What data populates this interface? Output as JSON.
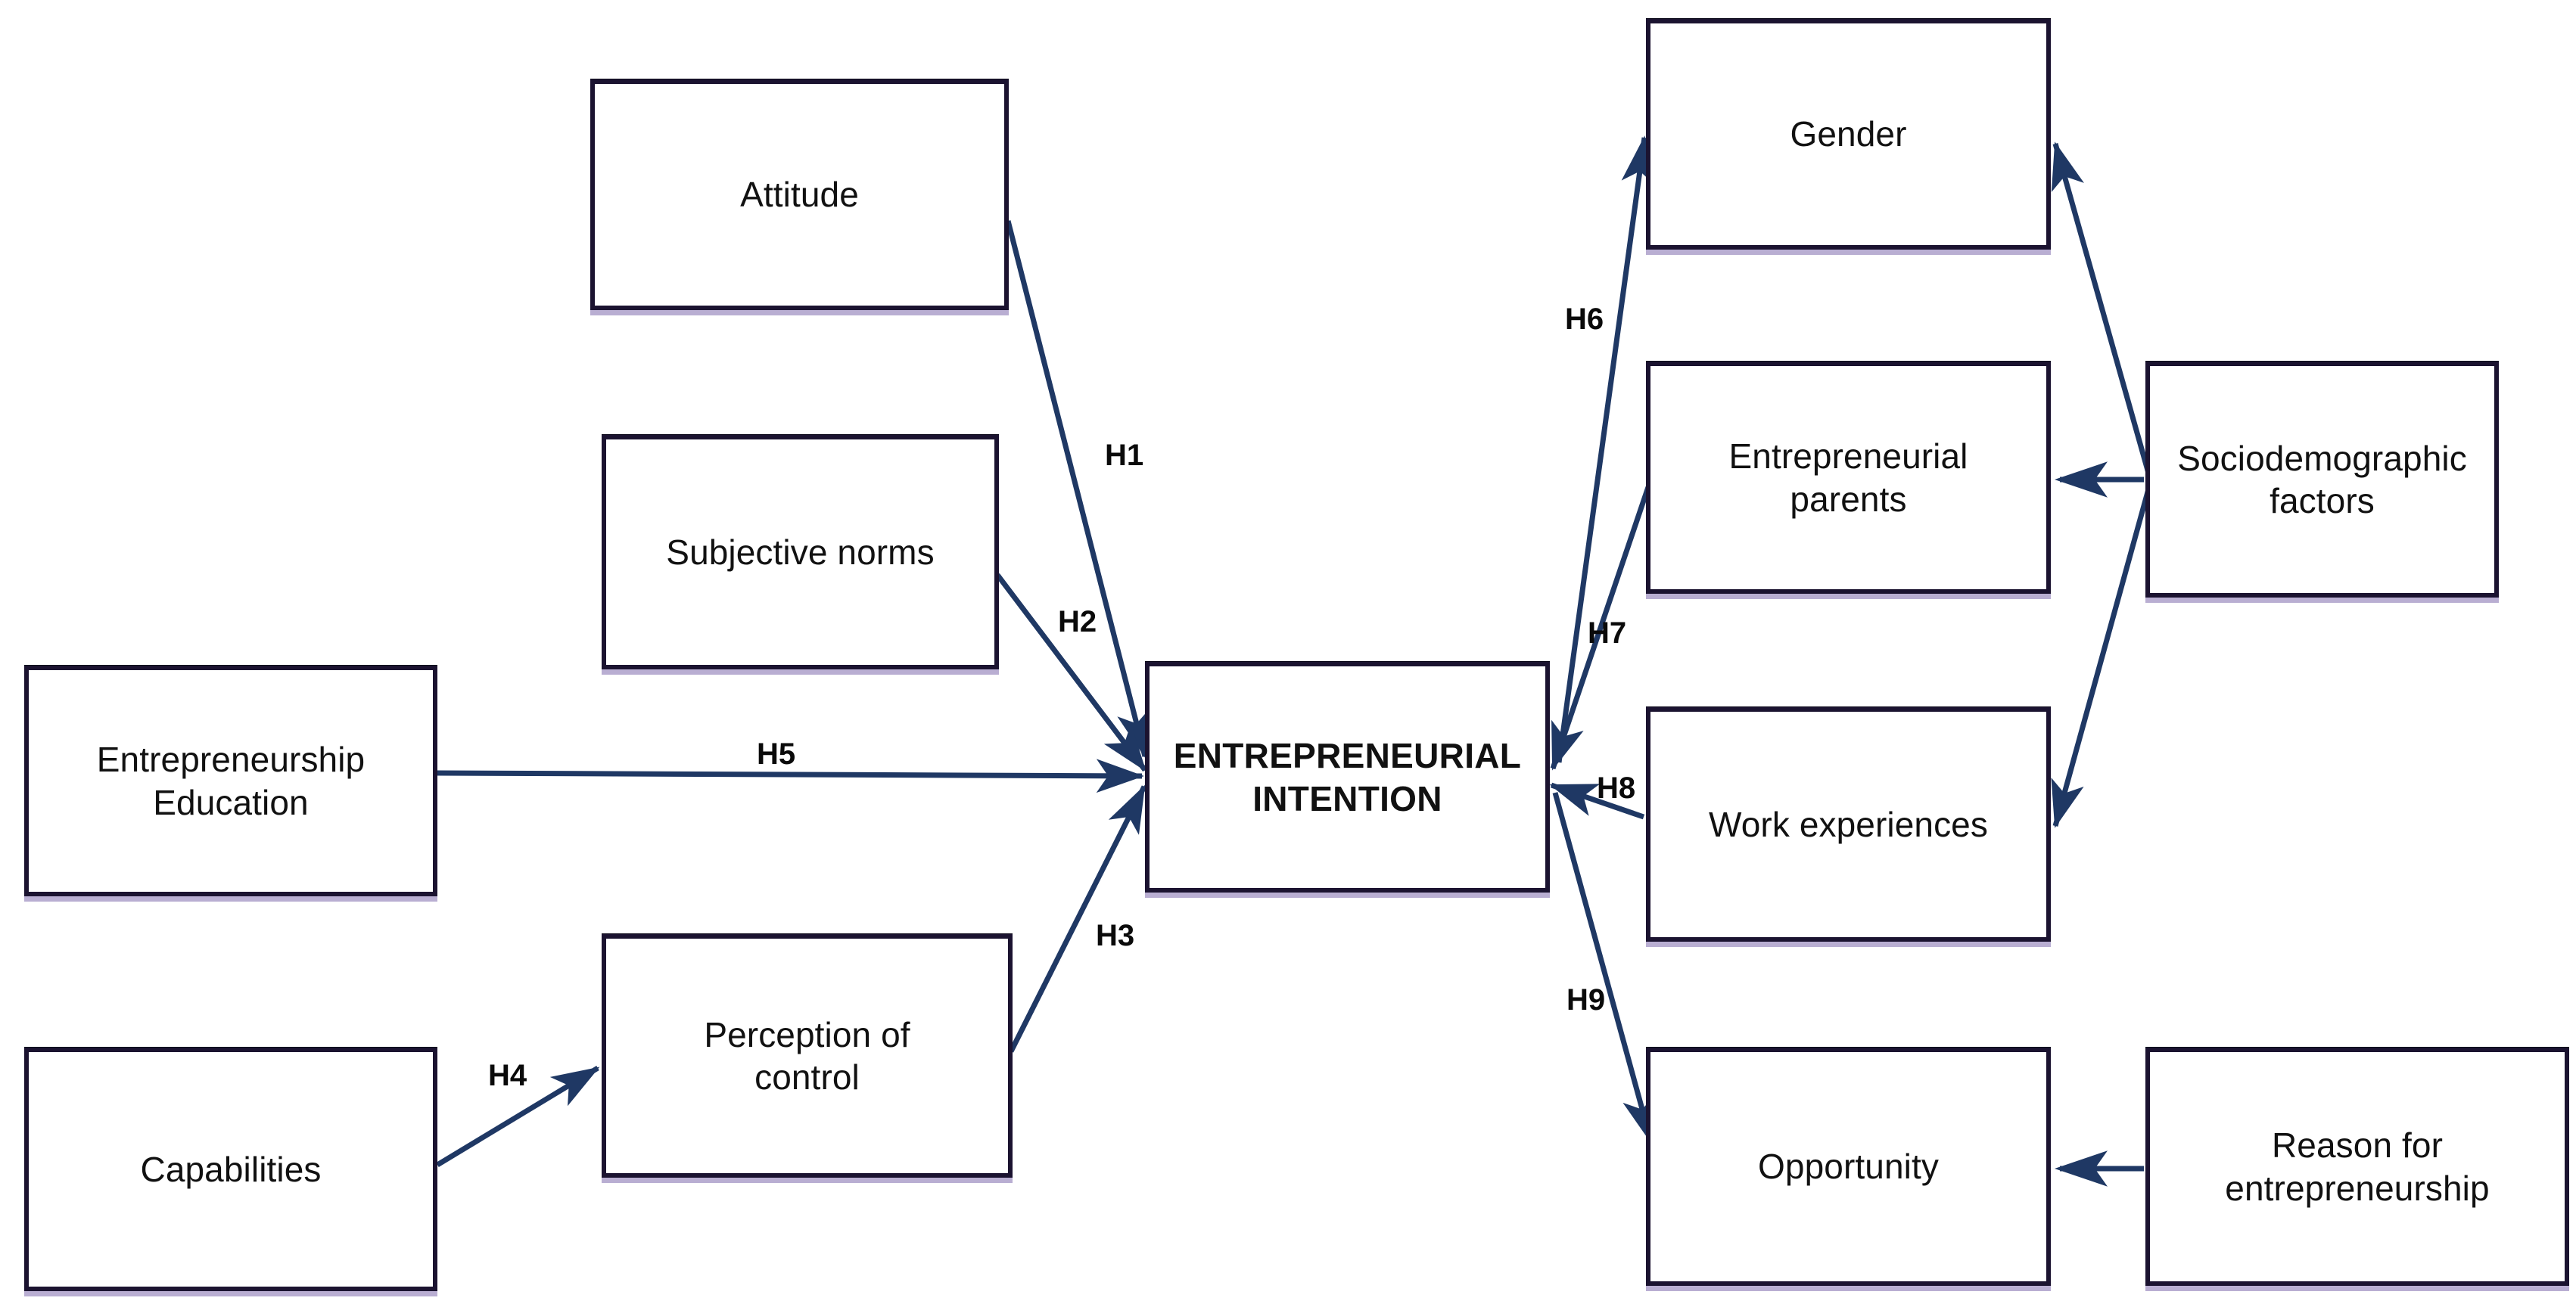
{
  "diagram": {
    "title": "Entrepreneurial Intention Conceptual Model",
    "accent_line_color": "#1f3864",
    "box_border_color": "#1b1330",
    "background_color": "#ffffff"
  },
  "nodes": {
    "attitude": {
      "label": "Attitude"
    },
    "subjective_norms": {
      "label": "Subjective norms"
    },
    "entrepreneurship_education": {
      "label": "Entrepreneurship\nEducation"
    },
    "perception_of_control": {
      "label": "Perception of\ncontrol"
    },
    "capabilities": {
      "label": "Capabilities"
    },
    "entrepreneurial_intention": {
      "label": "ENTREPRENEURIAL\nINTENTION"
    },
    "gender": {
      "label": "Gender"
    },
    "entrepreneurial_parents": {
      "label": "Entrepreneurial\nparents"
    },
    "work_experiences": {
      "label": "Work experiences"
    },
    "opportunity": {
      "label": "Opportunity"
    },
    "sociodemographic_factors": {
      "label": "Sociodemographic\nfactors"
    },
    "reason_for_entrepreneurship": {
      "label": "Reason for\nentrepreneurship"
    }
  },
  "edges": [
    {
      "id": "h1",
      "label": "H1",
      "from": "attitude",
      "to": "entrepreneurial_intention"
    },
    {
      "id": "h2",
      "label": "H2",
      "from": "subjective_norms",
      "to": "entrepreneurial_intention"
    },
    {
      "id": "h3",
      "label": "H3",
      "from": "perception_of_control",
      "to": "entrepreneurial_intention"
    },
    {
      "id": "h4",
      "label": "H4",
      "from": "capabilities",
      "to": "perception_of_control"
    },
    {
      "id": "h5",
      "label": "H5",
      "from": "entrepreneurship_education",
      "to": "entrepreneurial_intention"
    },
    {
      "id": "h6",
      "label": "H6",
      "from": "gender",
      "to": "entrepreneurial_intention"
    },
    {
      "id": "h7",
      "label": "H7",
      "from": "entrepreneurial_parents",
      "to": "entrepreneurial_intention"
    },
    {
      "id": "h8",
      "label": "H8",
      "from": "work_experiences",
      "to": "entrepreneurial_intention"
    },
    {
      "id": "h9",
      "label": "H9",
      "from": "opportunity",
      "to": "entrepreneurial_intention"
    },
    {
      "id": "sdf_gender",
      "label": "",
      "from": "sociodemographic_factors",
      "to": "gender"
    },
    {
      "id": "sdf_parents",
      "label": "",
      "from": "sociodemographic_factors",
      "to": "entrepreneurial_parents"
    },
    {
      "id": "sdf_work",
      "label": "",
      "from": "sociodemographic_factors",
      "to": "work_experiences"
    },
    {
      "id": "rfe_opportunity",
      "label": "",
      "from": "reason_for_entrepreneurship",
      "to": "opportunity"
    }
  ]
}
